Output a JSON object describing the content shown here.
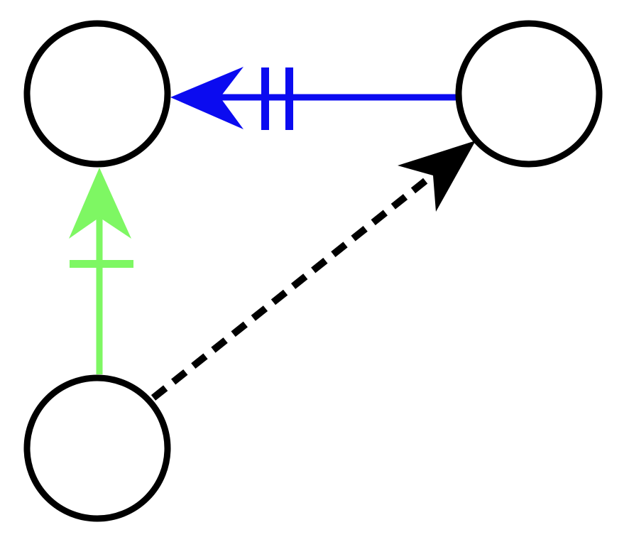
{
  "diagram": {
    "nodes": [
      {
        "id": "top-left"
      },
      {
        "id": "top-right"
      },
      {
        "id": "bottom-left"
      }
    ],
    "edges": [
      {
        "from": "top-right",
        "to": "top-left",
        "style": "solid",
        "marker": "double-bar",
        "color": "#0b0bf0"
      },
      {
        "from": "bottom-left",
        "to": "top-left",
        "style": "solid",
        "marker": "single-bar",
        "color": "#7ef763"
      },
      {
        "from": "bottom-left",
        "to": "top-right",
        "style": "dashed",
        "marker": "none",
        "color": "#000000"
      }
    ],
    "node_stroke": "#000000"
  }
}
